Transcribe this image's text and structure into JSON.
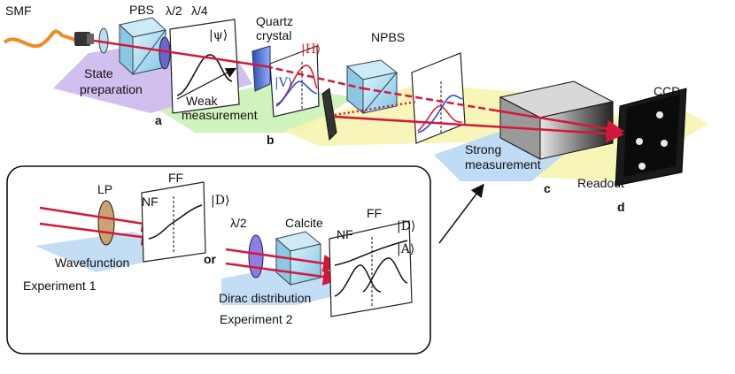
{
  "labels": {
    "smf": "SMF",
    "pbs": "PBS",
    "half_wave": "λ/2",
    "quarter_wave": "λ/4",
    "psi_ket": "|ψ⟩",
    "quartz_line1": "Quartz",
    "quartz_line2": "crystal",
    "h_ket": "|H⟩",
    "v_ket": "|V⟩",
    "npbs": "NPBS",
    "ccd": "CCD",
    "state_prep_line1": "State",
    "state_prep_line2": "preparation",
    "weak_line1": "Weak",
    "weak_line2": "measurement",
    "strong_line1": "Strong",
    "strong_line2": "measurement",
    "readout": "Readout",
    "panel_a": "a",
    "panel_b": "b",
    "panel_c": "c",
    "panel_d": "d"
  },
  "inset": {
    "lp": "LP",
    "nf": "NF",
    "ff": "FF",
    "d_ket": "|D⟩",
    "a_ket": "|A⟩",
    "wavefunction": "Wavefunction",
    "experiment1": "Experiment 1",
    "or": "or",
    "half_wave": "λ/2",
    "calcite": "Calcite",
    "dirac": "Dirac distribution",
    "experiment2": "Experiment 2"
  },
  "colors": {
    "beam": "#d6163a",
    "purple_plane": "#c9b4ec",
    "green_plane": "#c8f0b0",
    "yellow_plane": "#f6f4b0",
    "blue_plane": "#bcd9f4",
    "fiber": "#f08a24",
    "h_curve": "#e0202a",
    "v_curve": "#2a4fd8"
  }
}
